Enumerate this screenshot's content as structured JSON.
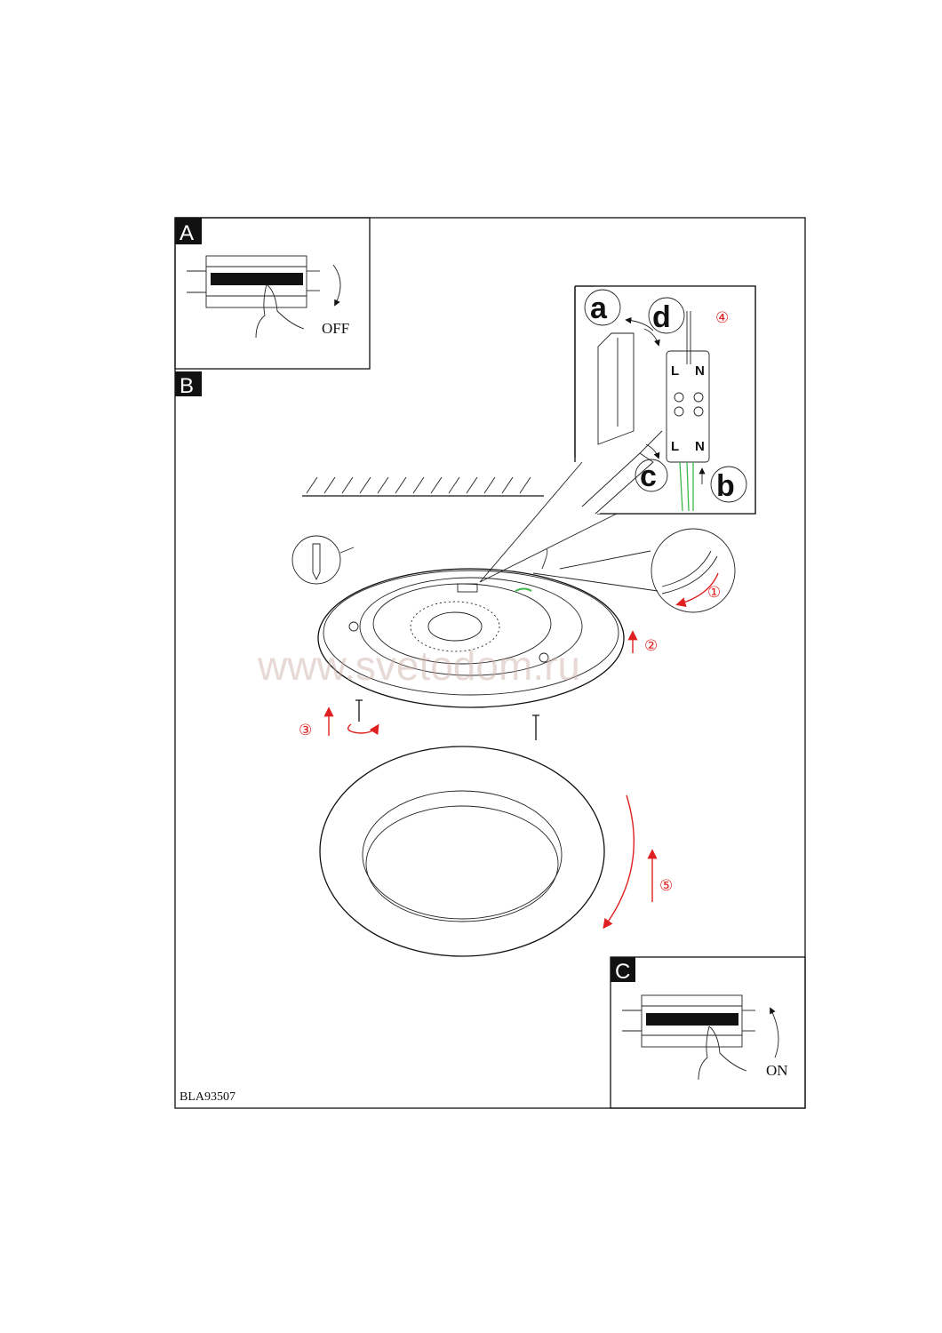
{
  "panels": {
    "a_label": "A",
    "b_label": "B",
    "c_label": "C"
  },
  "step_a": {
    "switch_text": "OFF"
  },
  "step_c": {
    "switch_text": "ON"
  },
  "inset": {
    "letters": {
      "a": "a",
      "b": "b",
      "c": "c",
      "d": "d"
    },
    "terminal_top": {
      "live": "L",
      "neutral": "N"
    },
    "terminal_bottom": {
      "live": "L",
      "neutral": "N"
    }
  },
  "steps": {
    "s1": "①",
    "s2": "②",
    "s3": "③",
    "s4": "④",
    "s5": "⑤"
  },
  "watermark": "www.svetodom.ru",
  "doc_code": "BLA93507",
  "colors": {
    "annotation_red": "#e02020",
    "wire_green": "#3cb84a"
  }
}
